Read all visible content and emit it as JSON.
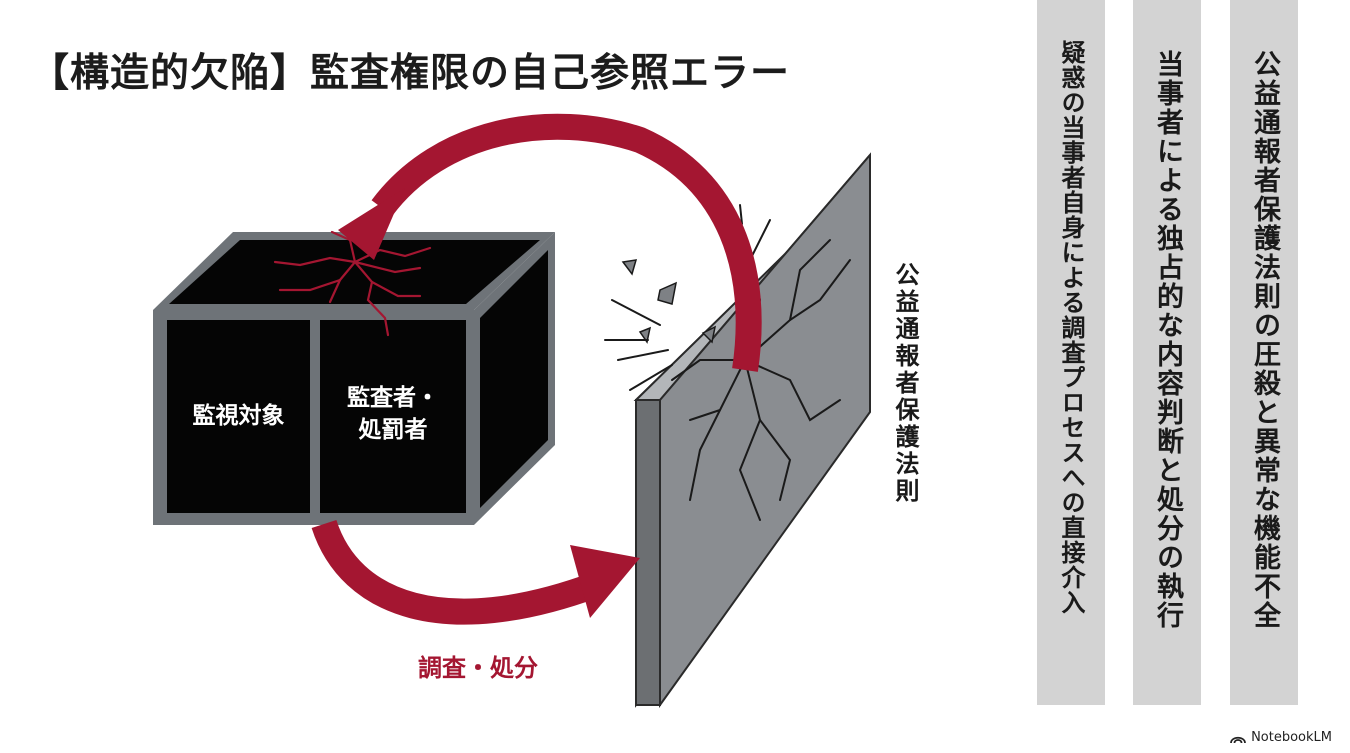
{
  "title": "【構造的欠陥】監査権限の自己参照エラー",
  "box": {
    "left_label": "監視対象",
    "right_label_line1": "監査者・",
    "right_label_line2": "処罰者"
  },
  "wall_label": "公益通報者保護法則",
  "arrow_label": "調査・処分",
  "columns": [
    "疑惑の当事者自身による調査プロセスへの直接介入",
    "当事者による独占的な内容判断と処分の執行",
    "公益通報者保護法則の圧殺と異常な機能不全"
  ],
  "brand": {
    "name": "NotebookLM",
    "icon": "notebooklm-logo-icon"
  },
  "colors": {
    "accent_red": "#a41631",
    "box_black": "#050505",
    "box_frame": "#6e7378",
    "wall_gray": "#8a8d91",
    "column_gray": "#d3d3d3"
  }
}
